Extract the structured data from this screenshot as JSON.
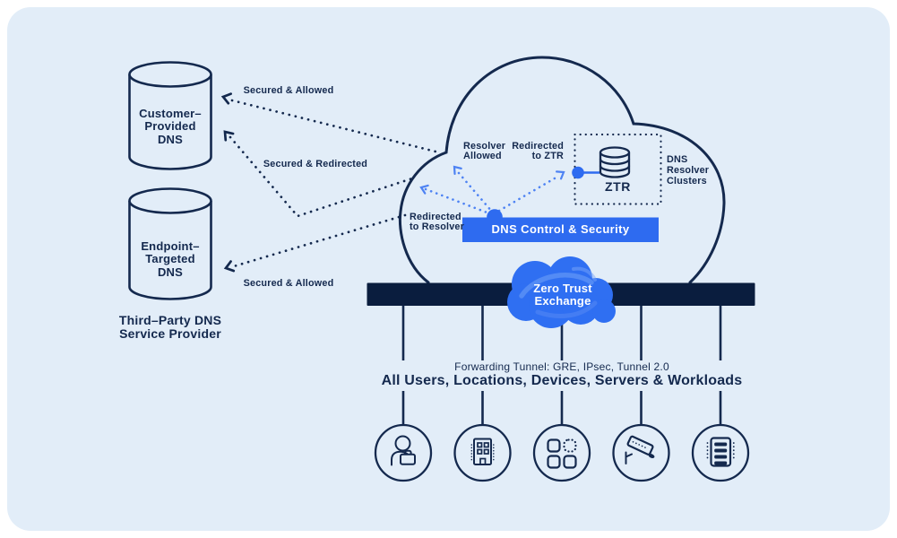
{
  "palette": {
    "background": "#e2edf8",
    "ink_navy": "#14294e",
    "deep_navy_bar": "#0a1d3e",
    "primary_blue": "#2e6bf0",
    "light_blue_accent": "#4d82f3",
    "white": "#ffffff"
  },
  "third_party": {
    "cylinder1": "Customer–\nProvided\nDNS",
    "cylinder2": "Endpoint–\nTargeted\nDNS",
    "caption": "Third–Party DNS\nService Provider"
  },
  "flows": {
    "secured_allowed_top": "Secured & Allowed",
    "secured_redirected": "Secured & Redirected",
    "secured_allowed_bottom": "Secured & Allowed"
  },
  "cloud": {
    "resolver_allowed": "Resolver\nAllowed",
    "redirected_to_ztr": "Redirected\nto ZTR",
    "redirected_to_resolver": "Redirected\nto Resolver",
    "ztr": "ZTR",
    "clusters": "DNS\nResolver\nClusters",
    "control_bar": "DNS Control & Security"
  },
  "exchange": {
    "label": "Zero Trust\nExchange"
  },
  "bottom": {
    "tunnel": "Forwarding Tunnel: GRE, IPsec, Tunnel 2.0",
    "audience": "All Users, Locations, Devices, Servers & Workloads",
    "endpoints": [
      {
        "icon": "user-icon"
      },
      {
        "icon": "building-icon"
      },
      {
        "icon": "apps-icon"
      },
      {
        "icon": "camera-icon"
      },
      {
        "icon": "server-icon"
      }
    ]
  }
}
